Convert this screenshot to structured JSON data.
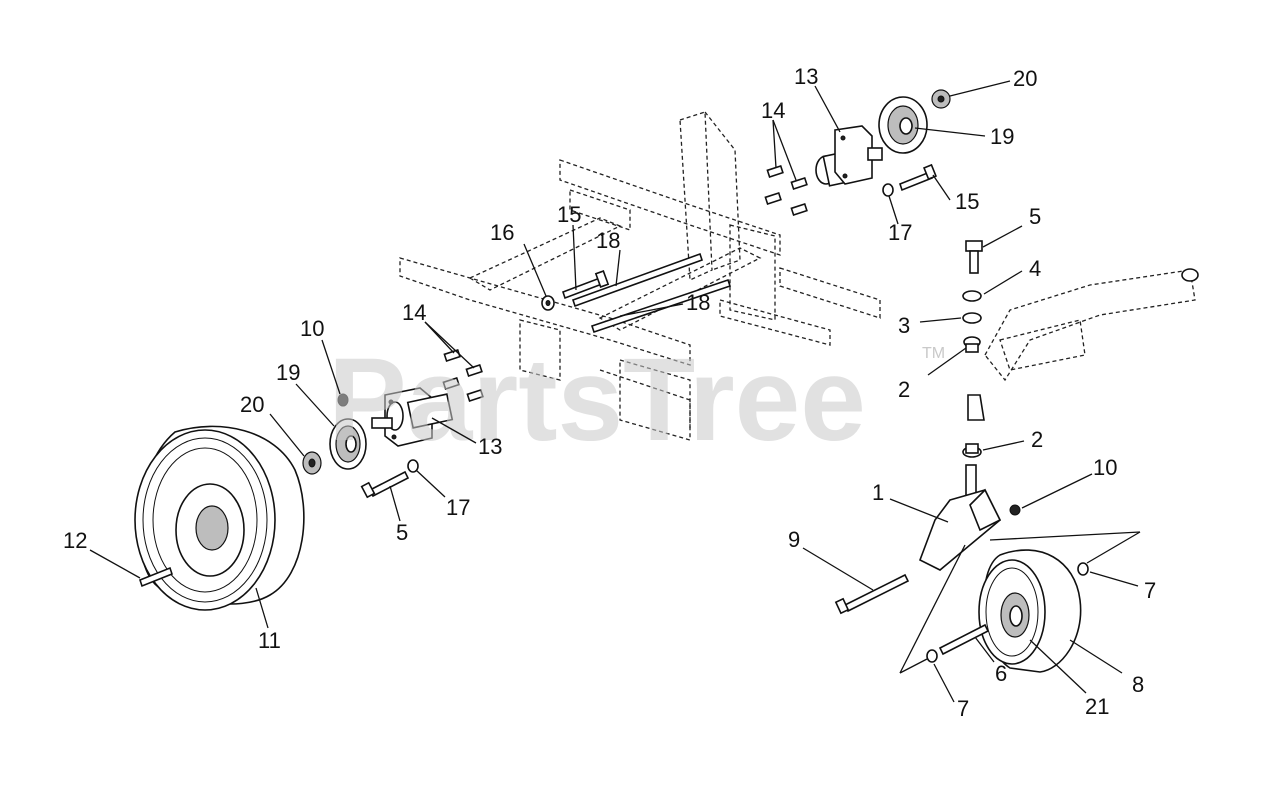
{
  "watermark": {
    "text": "PartsTree",
    "trademark": "TM"
  },
  "callouts": [
    {
      "id": "c-20-top",
      "label": "20"
    },
    {
      "id": "c-13-top",
      "label": "13"
    },
    {
      "id": "c-14-top",
      "label": "14"
    },
    {
      "id": "c-19-top",
      "label": "19"
    },
    {
      "id": "c-15-top",
      "label": "15"
    },
    {
      "id": "c-17-top",
      "label": "17"
    },
    {
      "id": "c-5-right",
      "label": "5"
    },
    {
      "id": "c-4",
      "label": "4"
    },
    {
      "id": "c-3",
      "label": "3"
    },
    {
      "id": "c-2-upper",
      "label": "2"
    },
    {
      "id": "c-2-lower",
      "label": "2"
    },
    {
      "id": "c-10-right",
      "label": "10"
    },
    {
      "id": "c-1",
      "label": "1"
    },
    {
      "id": "c-9",
      "label": "9"
    },
    {
      "id": "c-7-right",
      "label": "7"
    },
    {
      "id": "c-8",
      "label": "8"
    },
    {
      "id": "c-6",
      "label": "6"
    },
    {
      "id": "c-21",
      "label": "21"
    },
    {
      "id": "c-7-bottom",
      "label": "7"
    },
    {
      "id": "c-15-mid",
      "label": "15"
    },
    {
      "id": "c-16",
      "label": "16"
    },
    {
      "id": "c-18-upper",
      "label": "18"
    },
    {
      "id": "c-18-lower",
      "label": "18"
    },
    {
      "id": "c-14-left",
      "label": "14"
    },
    {
      "id": "c-10-left",
      "label": "10"
    },
    {
      "id": "c-19-left",
      "label": "19"
    },
    {
      "id": "c-20-left",
      "label": "20"
    },
    {
      "id": "c-13-left",
      "label": "13"
    },
    {
      "id": "c-17-left",
      "label": "17"
    },
    {
      "id": "c-5-left",
      "label": "5"
    },
    {
      "id": "c-12",
      "label": "12"
    },
    {
      "id": "c-11",
      "label": "11"
    }
  ]
}
